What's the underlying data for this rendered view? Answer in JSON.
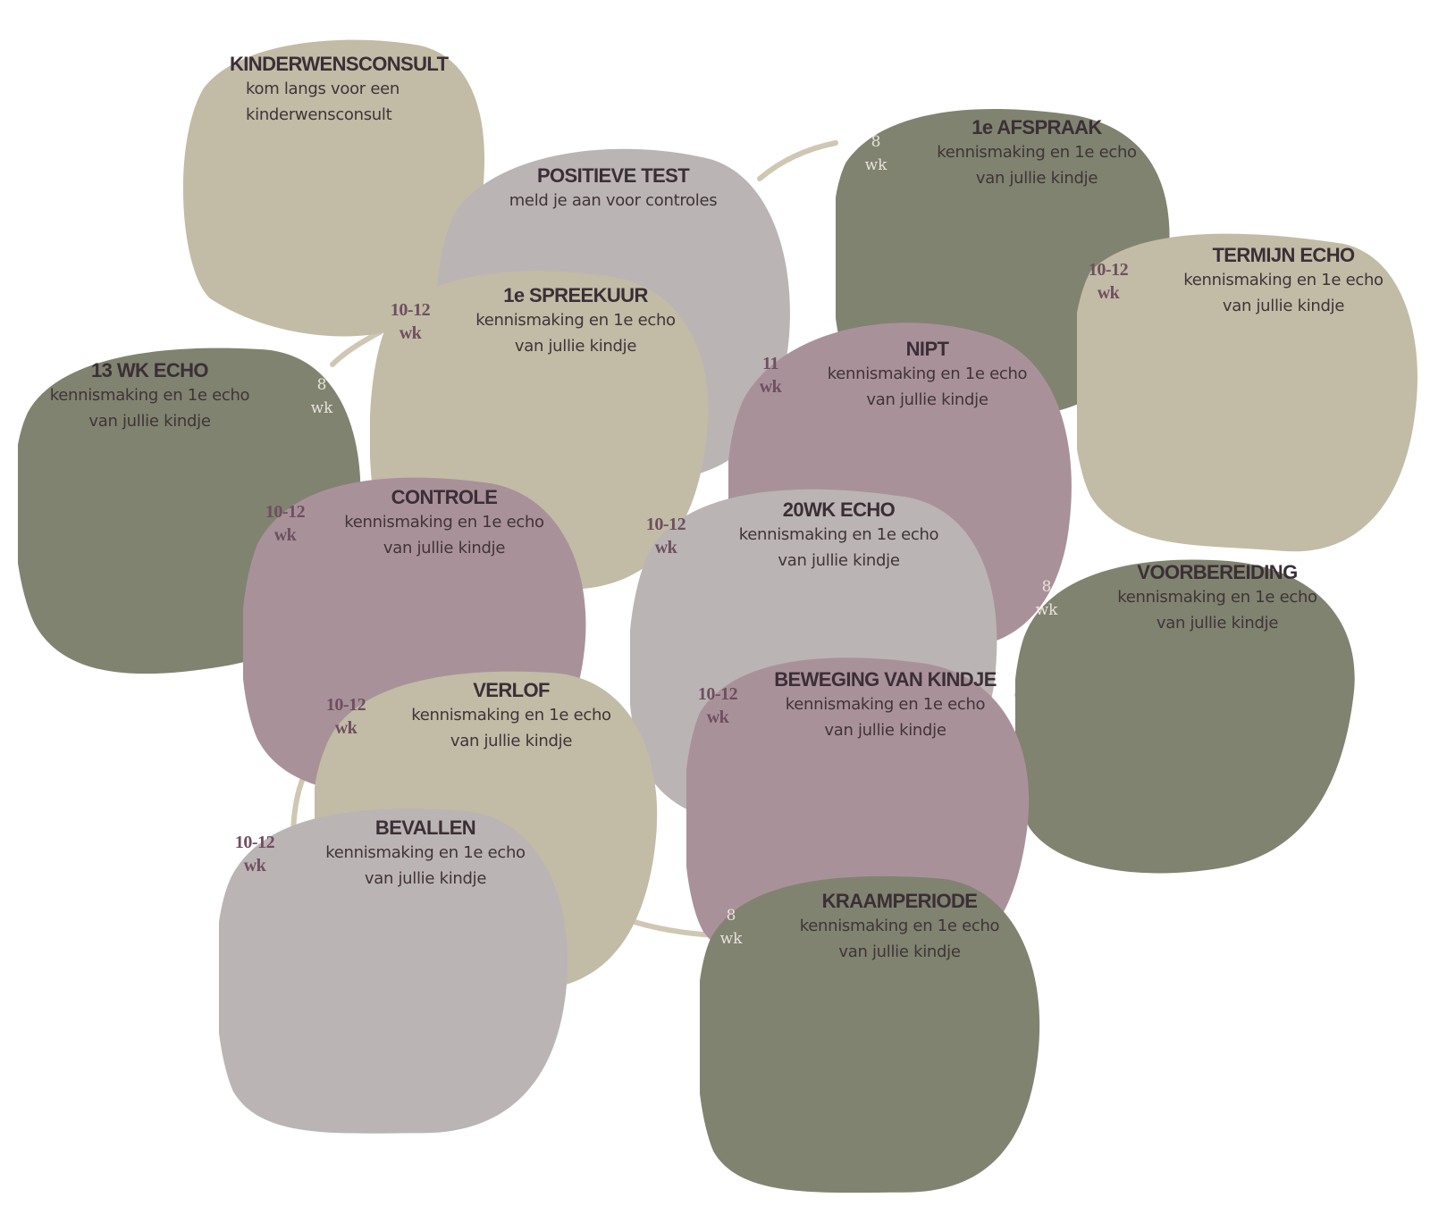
{
  "colors": {
    "connector": "#cfc7b3",
    "beige": "#c2bba6",
    "mauve": "#a9919a",
    "grey": "#bbb4b4",
    "green": "#808370"
  },
  "nodes": [
    {
      "id": "kinderwensconsult",
      "title": "KINDERWENSCONSULT",
      "lines": [
        "kom langs voor een",
        "kinderwensconsult"
      ],
      "wk": [],
      "color": "beige"
    },
    {
      "id": "positieve-test",
      "title": "POSITIEVE TEST",
      "lines": [
        "meld je aan voor controles"
      ],
      "wk": [],
      "color": "grey"
    },
    {
      "id": "eerste-afspraak",
      "title": "1e AFSPRAAK",
      "lines": [
        "kennismaking en 1e echo",
        "van jullie kindje"
      ],
      "wk": [
        "8",
        "wk"
      ],
      "color": "green"
    },
    {
      "id": "termijn-echo",
      "title": "TERMIJN ECHO",
      "lines": [
        "kennismaking en 1e echo",
        "van jullie kindje"
      ],
      "wk": [
        "10-12",
        "wk"
      ],
      "color": "beige"
    },
    {
      "id": "eerste-spreekuur",
      "title": "1e SPREEKUUR",
      "lines": [
        "kennismaking en 1e echo",
        "van jullie kindje"
      ],
      "wk": [
        "10-12",
        "wk"
      ],
      "color": "beige"
    },
    {
      "id": "nipt",
      "title": "NIPT",
      "lines": [
        "kennismaking en 1e echo",
        "van jullie kindje"
      ],
      "wk": [
        "11",
        "wk"
      ],
      "color": "mauve"
    },
    {
      "id": "dertien-wk-echo",
      "title": "13 WK ECHO",
      "lines": [
        "kennismaking en 1e echo",
        "van jullie kindje"
      ],
      "wk": [
        "8",
        "wk"
      ],
      "color": "green"
    },
    {
      "id": "controle",
      "title": "CONTROLE",
      "lines": [
        "kennismaking en 1e echo",
        "van jullie kindje"
      ],
      "wk": [
        "10-12",
        "wk"
      ],
      "color": "mauve"
    },
    {
      "id": "twintig-wk-echo",
      "title": "20WK ECHO",
      "lines": [
        "kennismaking en 1e echo",
        "van jullie kindje"
      ],
      "wk": [
        "10-12",
        "wk"
      ],
      "color": "grey"
    },
    {
      "id": "voorbereiding",
      "title": "VOORBEREIDING",
      "lines": [
        "kennismaking en 1e echo",
        "van jullie kindje"
      ],
      "wk": [
        "8",
        "wk"
      ],
      "color": "green"
    },
    {
      "id": "beweging-van-kindje",
      "title": "BEWEGING VAN KINDJE",
      "lines": [
        "kennismaking en 1e echo",
        "van jullie kindje"
      ],
      "wk": [
        "10-12",
        "wk"
      ],
      "color": "mauve"
    },
    {
      "id": "verlof",
      "title": "VERLOF",
      "lines": [
        "kennismaking en 1e echo",
        "van jullie kindje"
      ],
      "wk": [
        "10-12",
        "wk"
      ],
      "color": "beige"
    },
    {
      "id": "bevallen",
      "title": "BEVALLEN",
      "lines": [
        "kennismaking en 1e echo",
        "van jullie kindje"
      ],
      "wk": [
        "10-12",
        "wk"
      ],
      "color": "grey"
    },
    {
      "id": "kraamperiode",
      "title": "KRAAMPERIODE",
      "lines": [
        "kennismaking en 1e echo",
        "van jullie kindje"
      ],
      "wk": [
        "8",
        "wk"
      ],
      "color": "green"
    }
  ]
}
